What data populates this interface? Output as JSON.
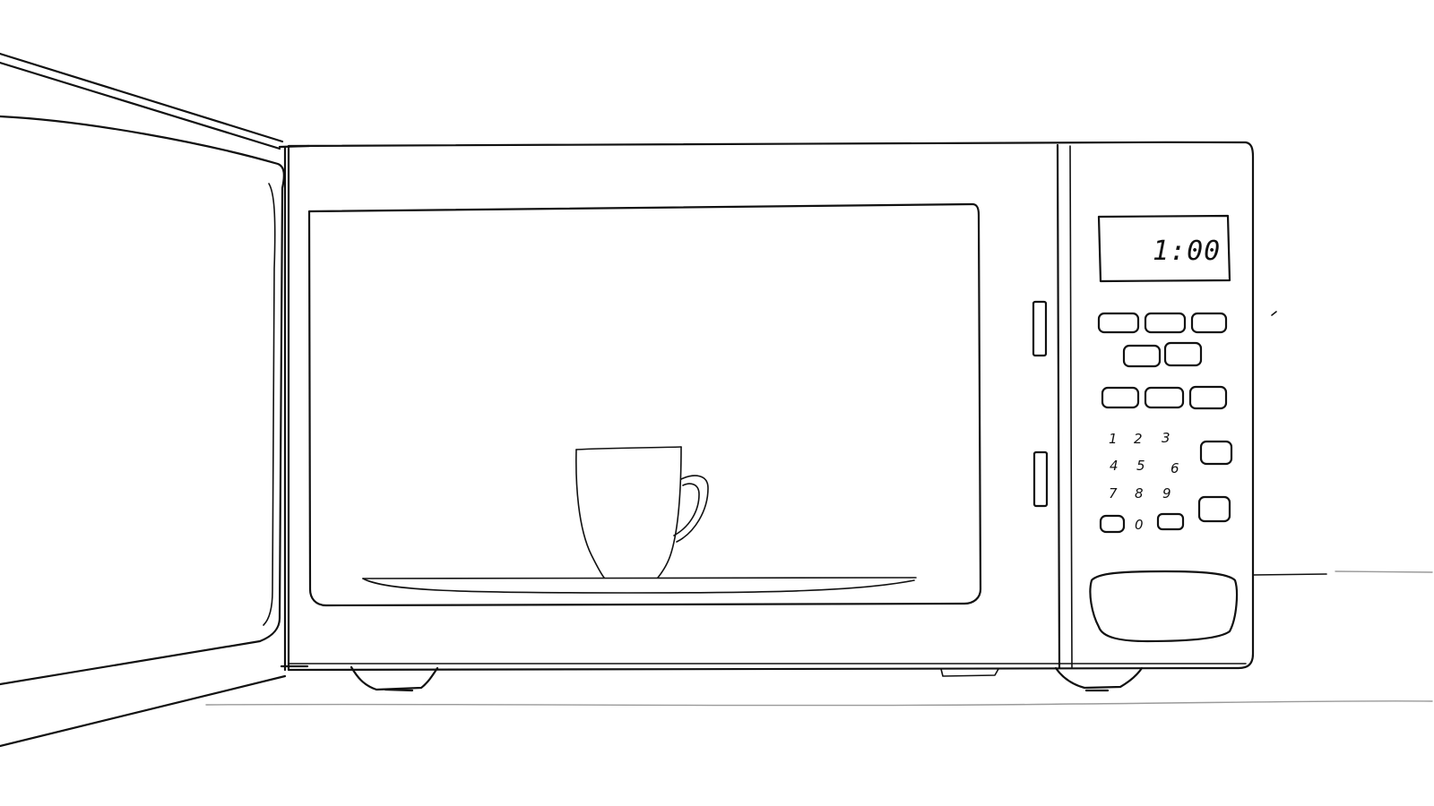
{
  "scene": {
    "subject": "microwave-sketch",
    "door_state": "open",
    "style": "black-line-drawing"
  },
  "microwave": {
    "display": {
      "time": "1:00"
    },
    "keypad": {
      "digits": [
        "1",
        "2",
        "3",
        "4",
        "5",
        "6",
        "7",
        "8",
        "9",
        "0"
      ]
    },
    "function_buttons_count": 12,
    "contents": "mug"
  },
  "colors": {
    "ink": "#111111",
    "background": "#ffffff",
    "faint_line": "#9a9a9a"
  }
}
